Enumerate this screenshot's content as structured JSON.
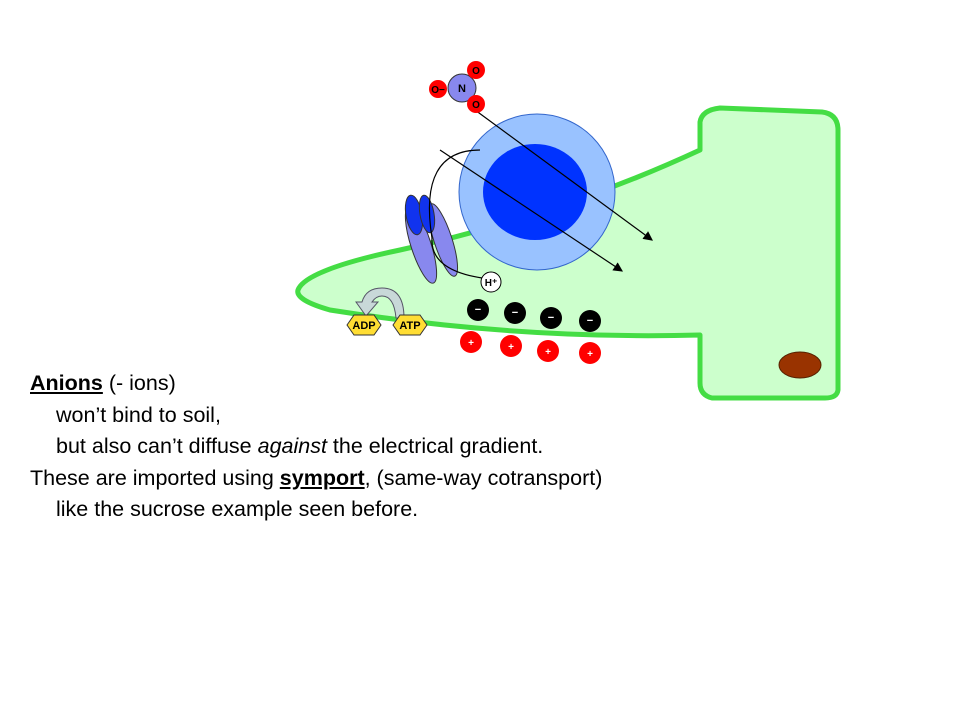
{
  "diagram": {
    "nitrate": {
      "n": "N",
      "o_top": "O",
      "o_left": "O−",
      "o_bottom": "O"
    },
    "h_ion": "H⁺",
    "adp": "ADP",
    "atp": "ATP",
    "neg_sign": "−",
    "pos_sign": "+",
    "colors": {
      "cell_fill": "#ccffcc",
      "cell_border": "#44dd44",
      "vacuole_outer": "#99c2ff",
      "vacuole_inner": "#0033ff",
      "protein": "#8888ee",
      "protein_dark": "#1133ee",
      "nucleus": "#993300",
      "ion_red": "#ff0000",
      "atp_yellow": "#ffdd33"
    }
  },
  "text": {
    "line1_term": "Anions",
    "line1_rest": " (- ions)",
    "line2": "won’t bind to soil,",
    "line3_a": "but also can’t diffuse ",
    "line3_italic": "against",
    "line3_b": " the electrical gradient.",
    "line4_a": "These are imported using ",
    "line4_term": "symport",
    "line4_b": ", (same-way cotransport)",
    "line5": "like the sucrose example seen before."
  }
}
